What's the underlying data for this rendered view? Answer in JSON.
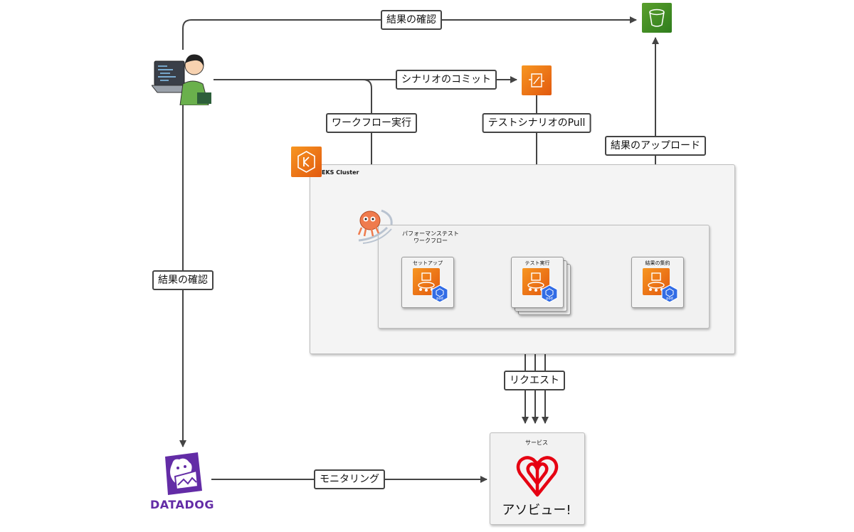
{
  "edges": {
    "confirm_top": "結果の確認",
    "commit": "シナリオのコミット",
    "workflow_run": "ワークフロー実行",
    "pull": "テストシナリオのPull",
    "upload": "結果のアップロード",
    "confirm_left": "結果の確認",
    "request": "リクエスト",
    "monitoring": "モニタリング"
  },
  "eks": {
    "label": "EKS Cluster"
  },
  "workflow": {
    "line1": "パフォーマンステスト",
    "line2": "ワークフロー"
  },
  "steps": [
    {
      "title": "セットアップ"
    },
    {
      "title": "テスト実行"
    },
    {
      "title": "結果の集約"
    }
  ],
  "pod_label": "pod",
  "service": {
    "title": "サービス",
    "brand": "アソビュー!"
  },
  "datadog": {
    "wordmark": "DATADOG"
  },
  "colors": {
    "aws_orange": "#e8620f",
    "s3_green": "#3f8624",
    "k8s_blue": "#326ce5",
    "datadog_purple": "#632ca6",
    "asoview_red": "#e60012"
  }
}
